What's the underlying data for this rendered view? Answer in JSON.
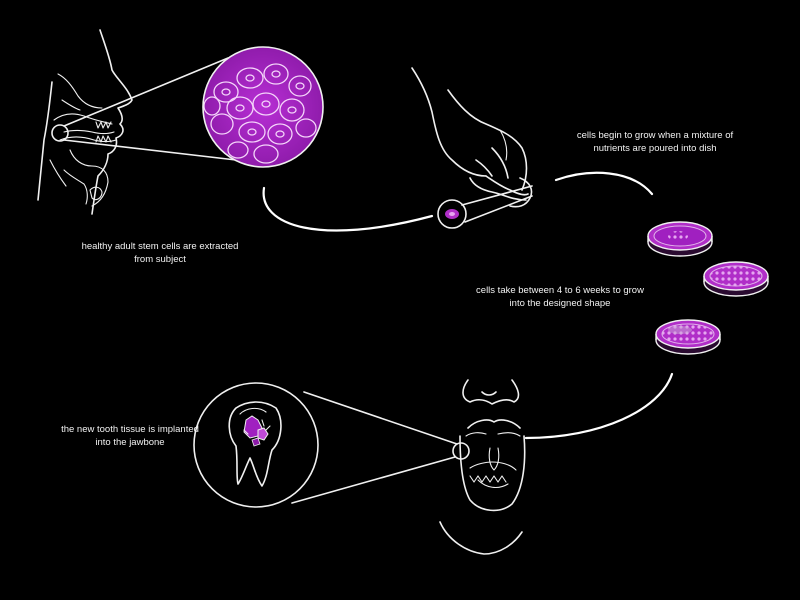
{
  "steps": {
    "extract": "healthy adult stem cells are extracted\nfrom subject",
    "grow_mixture": "cells begin to grow when a mixture  of\nnutrients are poured into dish",
    "grow_weeks": "cells take between 4 to 6 weeks to grow\ninto the designed shape",
    "implant": "the new  tooth tissue is implanted\ninto the jawbone"
  },
  "colors": {
    "background": "#000000",
    "line": "#f0f0f0",
    "cell_magenta": "#a020c0",
    "cell_light": "#e6a6f0",
    "dish_fill": "#b02ec8"
  },
  "icons": [
    "head-profile",
    "zoom-circle-cells",
    "gloved-hand",
    "petri-dish",
    "open-mouth",
    "zoom-circle-tooth"
  ]
}
